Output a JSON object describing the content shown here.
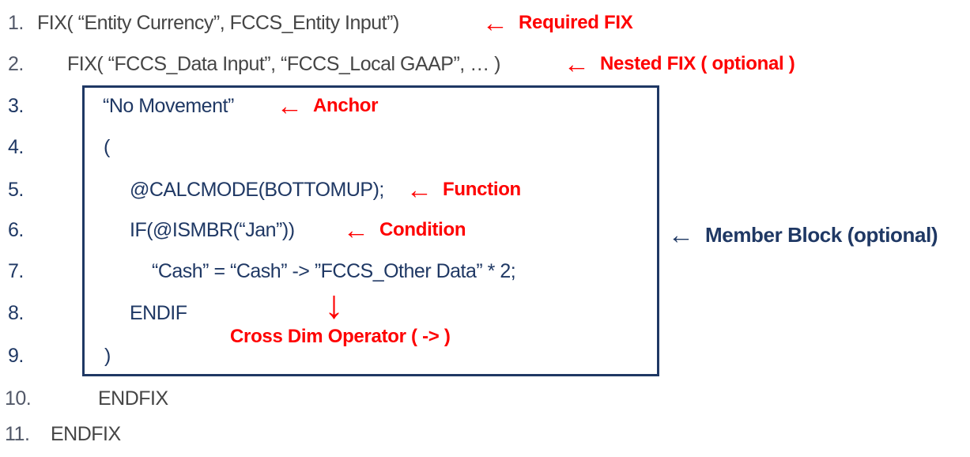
{
  "colors": {
    "outer_code": "#454545",
    "inner_code": "#1f3864",
    "box_border": "#1f3864",
    "annotation_red": "#fe0000",
    "member_block_navy": "#1f3864"
  },
  "icons": {
    "left_arrow": "←",
    "down_arrow": "↓"
  },
  "lines": [
    {
      "num": "1.",
      "code": "FIX( “Entity Currency”, FCCS_Entity Input”)",
      "annotation": "Required FIX"
    },
    {
      "num": "2.",
      "code": "FIX( “FCCS_Data Input”, “FCCS_Local GAAP”, … )",
      "annotation": "Nested FIX ( optional )"
    },
    {
      "num": "3.",
      "code": "“No Movement”",
      "annotation": "Anchor"
    },
    {
      "num": "4.",
      "code": "("
    },
    {
      "num": "5.",
      "code": "@CALCMODE(BOTTOMUP);",
      "annotation": "Function"
    },
    {
      "num": "6.",
      "code": "IF(@ISMBR(“Jan”))",
      "annotation": "Condition"
    },
    {
      "num": "7.",
      "code": "“Cash” = “Cash” -> ”FCCS_Other Data” * 2;"
    },
    {
      "num": "8.",
      "code": "ENDIF"
    },
    {
      "num": "9.",
      "code": ")"
    },
    {
      "num": "10.",
      "code": "ENDFIX"
    },
    {
      "num": "11.",
      "code": "ENDFIX"
    }
  ],
  "annotations": {
    "member_block": "Member Block (optional)",
    "cross_dim": "Cross Dim Operator ( -> )"
  }
}
